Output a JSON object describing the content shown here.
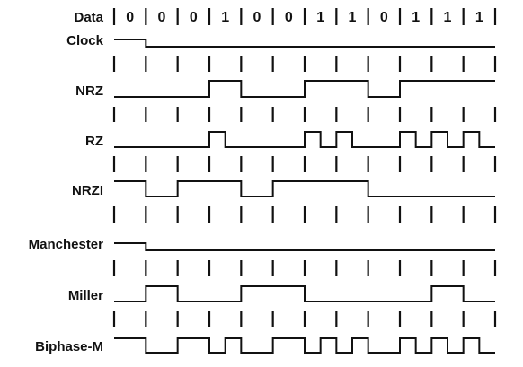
{
  "data_label": "Data",
  "bits": [
    "0",
    "0",
    "0",
    "1",
    "0",
    "0",
    "1",
    "1",
    "0",
    "1",
    "1",
    "1"
  ],
  "signals": [
    {
      "key": "clock",
      "label": "Clock",
      "amp": 16,
      "wave": [
        [
          0,
          0.5
        ],
        [
          1,
          0
        ]
      ]
    },
    {
      "key": "nrz",
      "label": "NRZ",
      "amp": 18,
      "wave": [
        [
          0,
          0
        ],
        [
          3,
          1
        ],
        [
          4,
          0
        ],
        [
          6,
          1
        ],
        [
          8,
          0
        ],
        [
          9,
          1
        ]
      ]
    },
    {
      "key": "rz",
      "label": "RZ",
      "amp": 17,
      "wave": [
        [
          0,
          0
        ],
        [
          3,
          1
        ],
        [
          3.5,
          0
        ],
        [
          6,
          1
        ],
        [
          6.5,
          0
        ],
        [
          7,
          1
        ],
        [
          7.5,
          0
        ],
        [
          9,
          1
        ],
        [
          9.5,
          0
        ],
        [
          10,
          1
        ],
        [
          10.5,
          0
        ],
        [
          11,
          1
        ],
        [
          11.5,
          0
        ]
      ]
    },
    {
      "key": "nrzi",
      "label": "NRZI",
      "amp": 17,
      "wave": [
        [
          0,
          1
        ],
        [
          1,
          0
        ],
        [
          2,
          1
        ],
        [
          4,
          0
        ],
        [
          5,
          1
        ],
        [
          8,
          0
        ]
      ]
    },
    {
      "key": "manchester",
      "label": "Manchester",
      "amp": 16,
      "wave": [
        [
          0,
          0.5
        ],
        [
          1,
          0
        ]
      ]
    },
    {
      "key": "miller",
      "label": "Miller",
      "amp": 17,
      "wave": [
        [
          0,
          0
        ],
        [
          1,
          1
        ],
        [
          2,
          0
        ],
        [
          4,
          1
        ],
        [
          6,
          0
        ],
        [
          10,
          1
        ],
        [
          11,
          0
        ]
      ]
    },
    {
      "key": "biphase_m",
      "label": "Biphase-M",
      "amp": 16,
      "wave": [
        [
          0,
          1
        ],
        [
          1,
          0
        ],
        [
          2,
          1
        ],
        [
          3,
          0
        ],
        [
          3.5,
          1
        ],
        [
          4,
          0
        ],
        [
          5,
          1
        ],
        [
          6,
          0
        ],
        [
          6.5,
          1
        ],
        [
          7,
          0
        ],
        [
          7.5,
          1
        ],
        [
          8,
          0
        ],
        [
          9,
          1
        ],
        [
          9.5,
          0
        ],
        [
          10,
          1
        ],
        [
          10.5,
          0
        ],
        [
          11,
          1
        ],
        [
          11.5,
          0
        ]
      ]
    }
  ]
}
